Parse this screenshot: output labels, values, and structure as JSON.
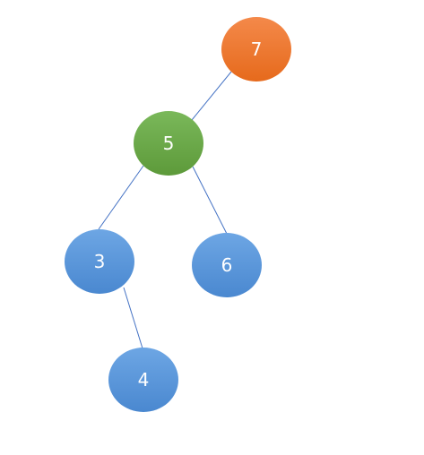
{
  "tree": {
    "nodes": [
      {
        "id": "n7",
        "label": "7",
        "role": "root",
        "color_top": "#f4894a",
        "color_bottom": "#e66a1c"
      },
      {
        "id": "n5",
        "label": "5",
        "role": "highlighted",
        "color_top": "#7ab85a",
        "color_bottom": "#5d9a3a"
      },
      {
        "id": "n3",
        "label": "3",
        "role": "normal",
        "color_top": "#6da6e4",
        "color_bottom": "#4a88d0"
      },
      {
        "id": "n6",
        "label": "6",
        "role": "normal",
        "color_top": "#6da6e4",
        "color_bottom": "#4a88d0"
      },
      {
        "id": "n4",
        "label": "4",
        "role": "normal",
        "color_top": "#6da6e4",
        "color_bottom": "#4a88d0"
      }
    ],
    "edges": [
      {
        "from": "n7",
        "to": "n5"
      },
      {
        "from": "n5",
        "to": "n3"
      },
      {
        "from": "n5",
        "to": "n6"
      },
      {
        "from": "n3",
        "to": "n4"
      }
    ],
    "edge_color": "#4472c4"
  }
}
